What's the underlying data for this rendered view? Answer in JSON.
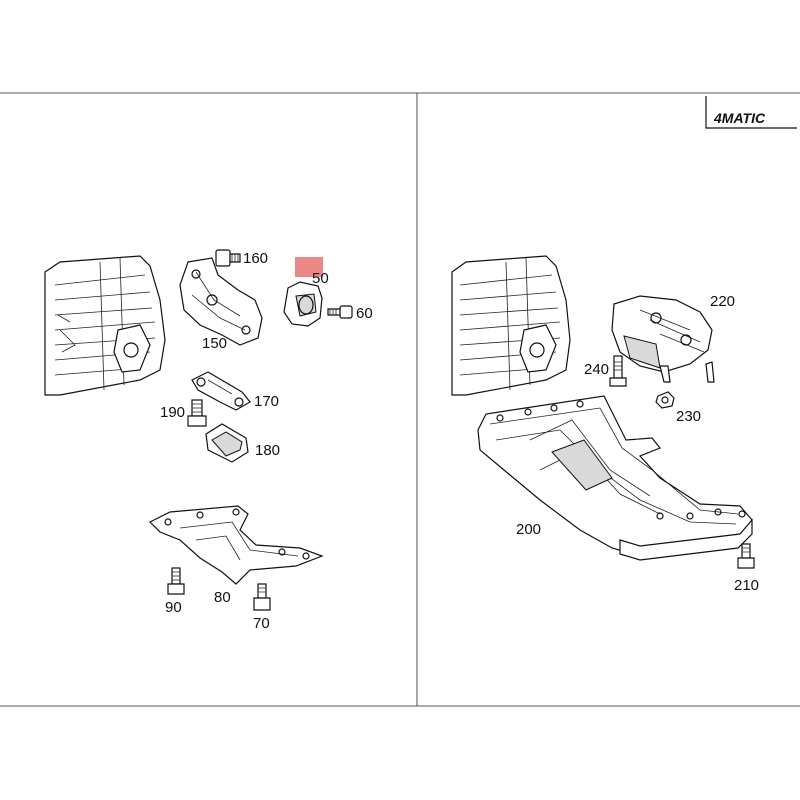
{
  "badge": {
    "text": "4MATIC"
  },
  "labels": {
    "l160": "160",
    "l50": "50",
    "l60": "60",
    "l150": "150",
    "l170": "170",
    "l190": "190",
    "l180": "180",
    "l90": "90",
    "l80": "80",
    "l70": "70",
    "l220": "220",
    "l240": "240",
    "l230": "230",
    "l200": "200",
    "l210": "210"
  },
  "colors": {
    "highlight": "#e87a7a",
    "line": "#111111"
  }
}
